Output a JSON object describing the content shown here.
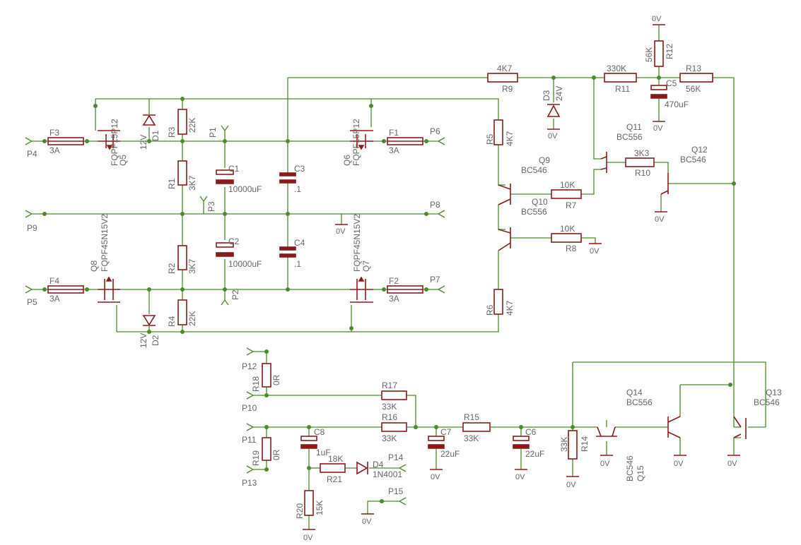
{
  "labels": {
    "r1": "R1",
    "r1v": "3K7",
    "r2": "R2",
    "r2v": "3K7",
    "r3": "R3",
    "r3v": "22K",
    "r4": "R4",
    "r4v": "22K",
    "r5": "R5",
    "r5v": "4K7",
    "r6": "R6",
    "r6v": "4K7",
    "r7": "R7",
    "r7v": "10K",
    "r8": "R8",
    "r8v": "10K",
    "r9": "R9",
    "r9v": "4K7",
    "r10": "R10",
    "r10v": "3K3",
    "r11": "R11",
    "r11v": "330K",
    "r12": "R12",
    "r12v": "56K",
    "r13": "R13",
    "r13v": "56K",
    "r14": "R14",
    "r14v": "33K",
    "r15": "R15",
    "r15v": "33K",
    "r16": "R16",
    "r16v": "33K",
    "r17": "R17",
    "r17v": "33K",
    "r18": "R18",
    "r18v": "0R",
    "r19": "R19",
    "r19v": "0R",
    "r20": "R20",
    "r20v": "15K",
    "r21": "R21",
    "r21v": "18K",
    "c1": "C1",
    "c1v": "10000uF",
    "c2": "C2",
    "c2v": "10000uF",
    "c3": "C3",
    "c3v": ".1",
    "c4": "C4",
    "c4v": ".1",
    "c5": "C5",
    "c5v": "470uF",
    "c6": "C6",
    "c6v": "22uF",
    "c7": "C7",
    "c7v": "22uF",
    "c8": "C8",
    "c8v": "1uF",
    "d1": "D1",
    "d1v": "12V",
    "d2": "D2",
    "d2v": "12V",
    "d3": "D3",
    "d3v": "24V",
    "d4": "D4",
    "d4v": "1N4001",
    "f1": "F1",
    "f1v": "3A",
    "f2": "F2",
    "f2v": "3A",
    "f3": "F3",
    "f3v": "3A",
    "f4": "F4",
    "f4v": "3A",
    "q5": "Q5",
    "q5v": "FQPF15P12",
    "q6": "Q6",
    "q6v": "FQPF15P12",
    "q7": "Q7",
    "q7v": "FQPF45N15V2",
    "q8": "Q8",
    "q8v": "FQPF45N15V2",
    "q9": "Q9",
    "q9v": "BC546",
    "q10": "Q10",
    "q10v": "BC556",
    "q11": "Q11",
    "q11v": "BC556",
    "q12": "Q12",
    "q12v": "BC546",
    "q13": "Q13",
    "q13v": "BC546",
    "q14": "Q14",
    "q14v": "BC556",
    "q15": "Q15",
    "q15v": "BC546",
    "p1": "P1",
    "p2": "P2",
    "p3": "P3",
    "p4": "P4",
    "p5": "P5",
    "p6": "P6",
    "p7": "P7",
    "p8": "P8",
    "p9": "P9",
    "p10": "P10",
    "p11": "P11",
    "p12": "P12",
    "p13": "P13",
    "p14": "P14",
    "p15": "P15",
    "gnd": "0V"
  }
}
